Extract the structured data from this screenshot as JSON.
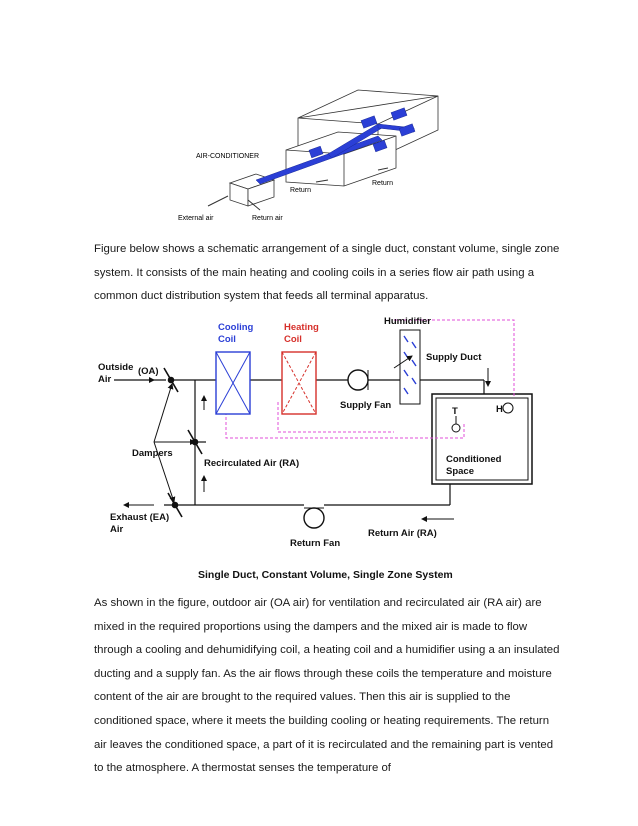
{
  "figure1": {
    "labels": {
      "air_conditioner": "AIR-CONDITIONER",
      "return_left": "Return",
      "return_right": "Return",
      "external_air": "External air",
      "return_air": "Return air"
    }
  },
  "paragraph1": "Figure below shows a schematic arrangement of a single duct, constant volume, single zone system. It consists of the main heating and cooling coils in a series flow air path using a common duct distribution system that feeds all terminal apparatus.",
  "diagram": {
    "labels": {
      "cooling_coil_1": "Cooling",
      "cooling_coil_2": "Coil",
      "heating_coil_1": "Heating",
      "heating_coil_2": "Coil",
      "humidifier": "Humidifier",
      "supply_duct": "Supply Duct",
      "supply_fan": "Supply Fan",
      "outside_air_1": "Outside",
      "outside_air_2": "Air",
      "oa": "(OA)",
      "dampers": "Dampers",
      "recirculated_air": "Recirculated Air (RA)",
      "exhaust_1": "Exhaust (EA)",
      "exhaust_2": "Air",
      "return_fan": "Return Fan",
      "return_air_ra": "Return Air (RA)",
      "conditioned_1": "Conditioned",
      "conditioned_2": "Space",
      "thermostat": "T",
      "humidistat": "H",
      "caption": "Single Duct, Constant Volume, Single Zone System"
    }
  },
  "paragraph2": "As shown in the figure, outdoor air (OA air) for ventilation and recirculated air (RA air) are mixed in the required proportions using the dampers and the mixed air is made to flow through a cooling and dehumidifying coil, a heating coil and a humidifier using a an insulated ducting and a supply fan. As the air flows through these coils the temperature and moisture content of the air are brought to the required values. Then this air is supplied to the conditioned space, where it meets the building cooling or heating requirements. The return air leaves the conditioned space, a part of it is recirculated and the remaining part is vented to the atmosphere. A thermostat senses the temperature of"
}
